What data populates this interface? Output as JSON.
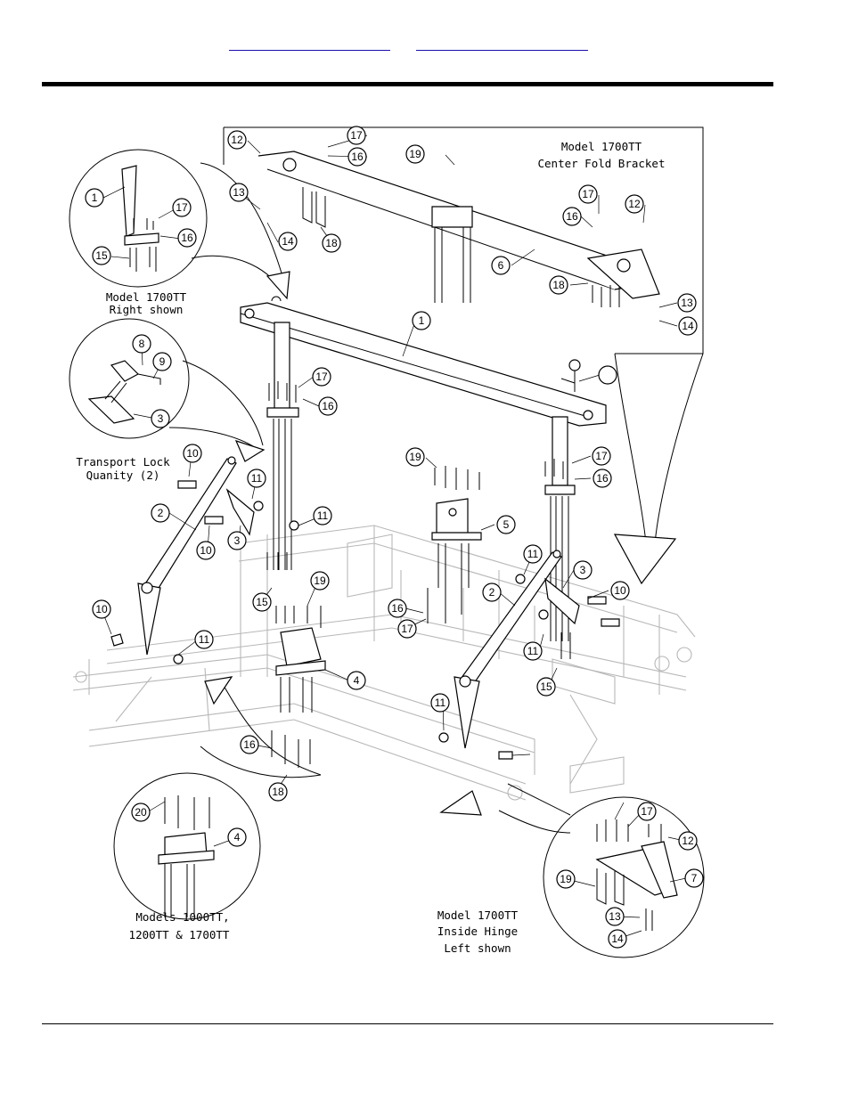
{
  "header": {
    "links": [
      "",
      ""
    ]
  },
  "diagram": {
    "captions": {
      "center_fold": [
        "Model 1700TT",
        "Center Fold Bracket"
      ],
      "right_shown": [
        "Model 1700TT",
        "Right shown"
      ],
      "transport_lock": [
        "Transport Lock",
        "Quanity (2)"
      ],
      "models": [
        "Models 1000TT,",
        "1200TT & 1700TT"
      ],
      "inside_hinge": [
        "Model 1700TT",
        "Inside Hinge",
        "Left shown"
      ]
    },
    "callouts": [
      "1",
      "1",
      "2",
      "2",
      "3",
      "3",
      "3",
      "4",
      "4",
      "5",
      "6",
      "7",
      "8",
      "9",
      "10",
      "10",
      "10",
      "10",
      "11",
      "11",
      "11",
      "11",
      "11",
      "11",
      "12",
      "12",
      "12",
      "13",
      "13",
      "13",
      "14",
      "14",
      "14",
      "15",
      "15",
      "15",
      "16",
      "16",
      "16",
      "16",
      "16",
      "16",
      "16",
      "17",
      "17",
      "17",
      "17",
      "17",
      "17",
      "17",
      "18",
      "18",
      "18",
      "19",
      "19",
      "19",
      "19",
      "20"
    ]
  }
}
